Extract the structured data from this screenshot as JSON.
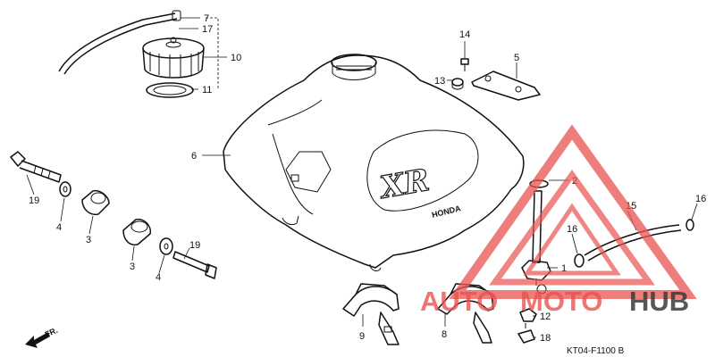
{
  "callouts": {
    "c7": "7",
    "c17": "17",
    "c10": "10",
    "c11": "11",
    "c14": "14",
    "c5": "5",
    "c13": "13",
    "c6": "6",
    "c2": "2",
    "c16a": "16",
    "c15": "15",
    "c16b": "16",
    "c1": "1",
    "c19a": "19",
    "c4a": "4",
    "c3a": "3",
    "c3b": "3",
    "c4b": "4",
    "c19b": "19",
    "c9": "9",
    "c8": "8",
    "c12": "12",
    "c18": "18"
  },
  "tank_graphic_text": "XR",
  "tank_brand_text": "HONDA",
  "front_marker": "FR.",
  "diagram_code": "KT04-F1100 B",
  "watermark": {
    "text_auto": "AUTO",
    "text_moto": "MOTO",
    "text_hub": "HUB",
    "color_red": "#e8534f",
    "color_dark": "#3a3a3a"
  }
}
